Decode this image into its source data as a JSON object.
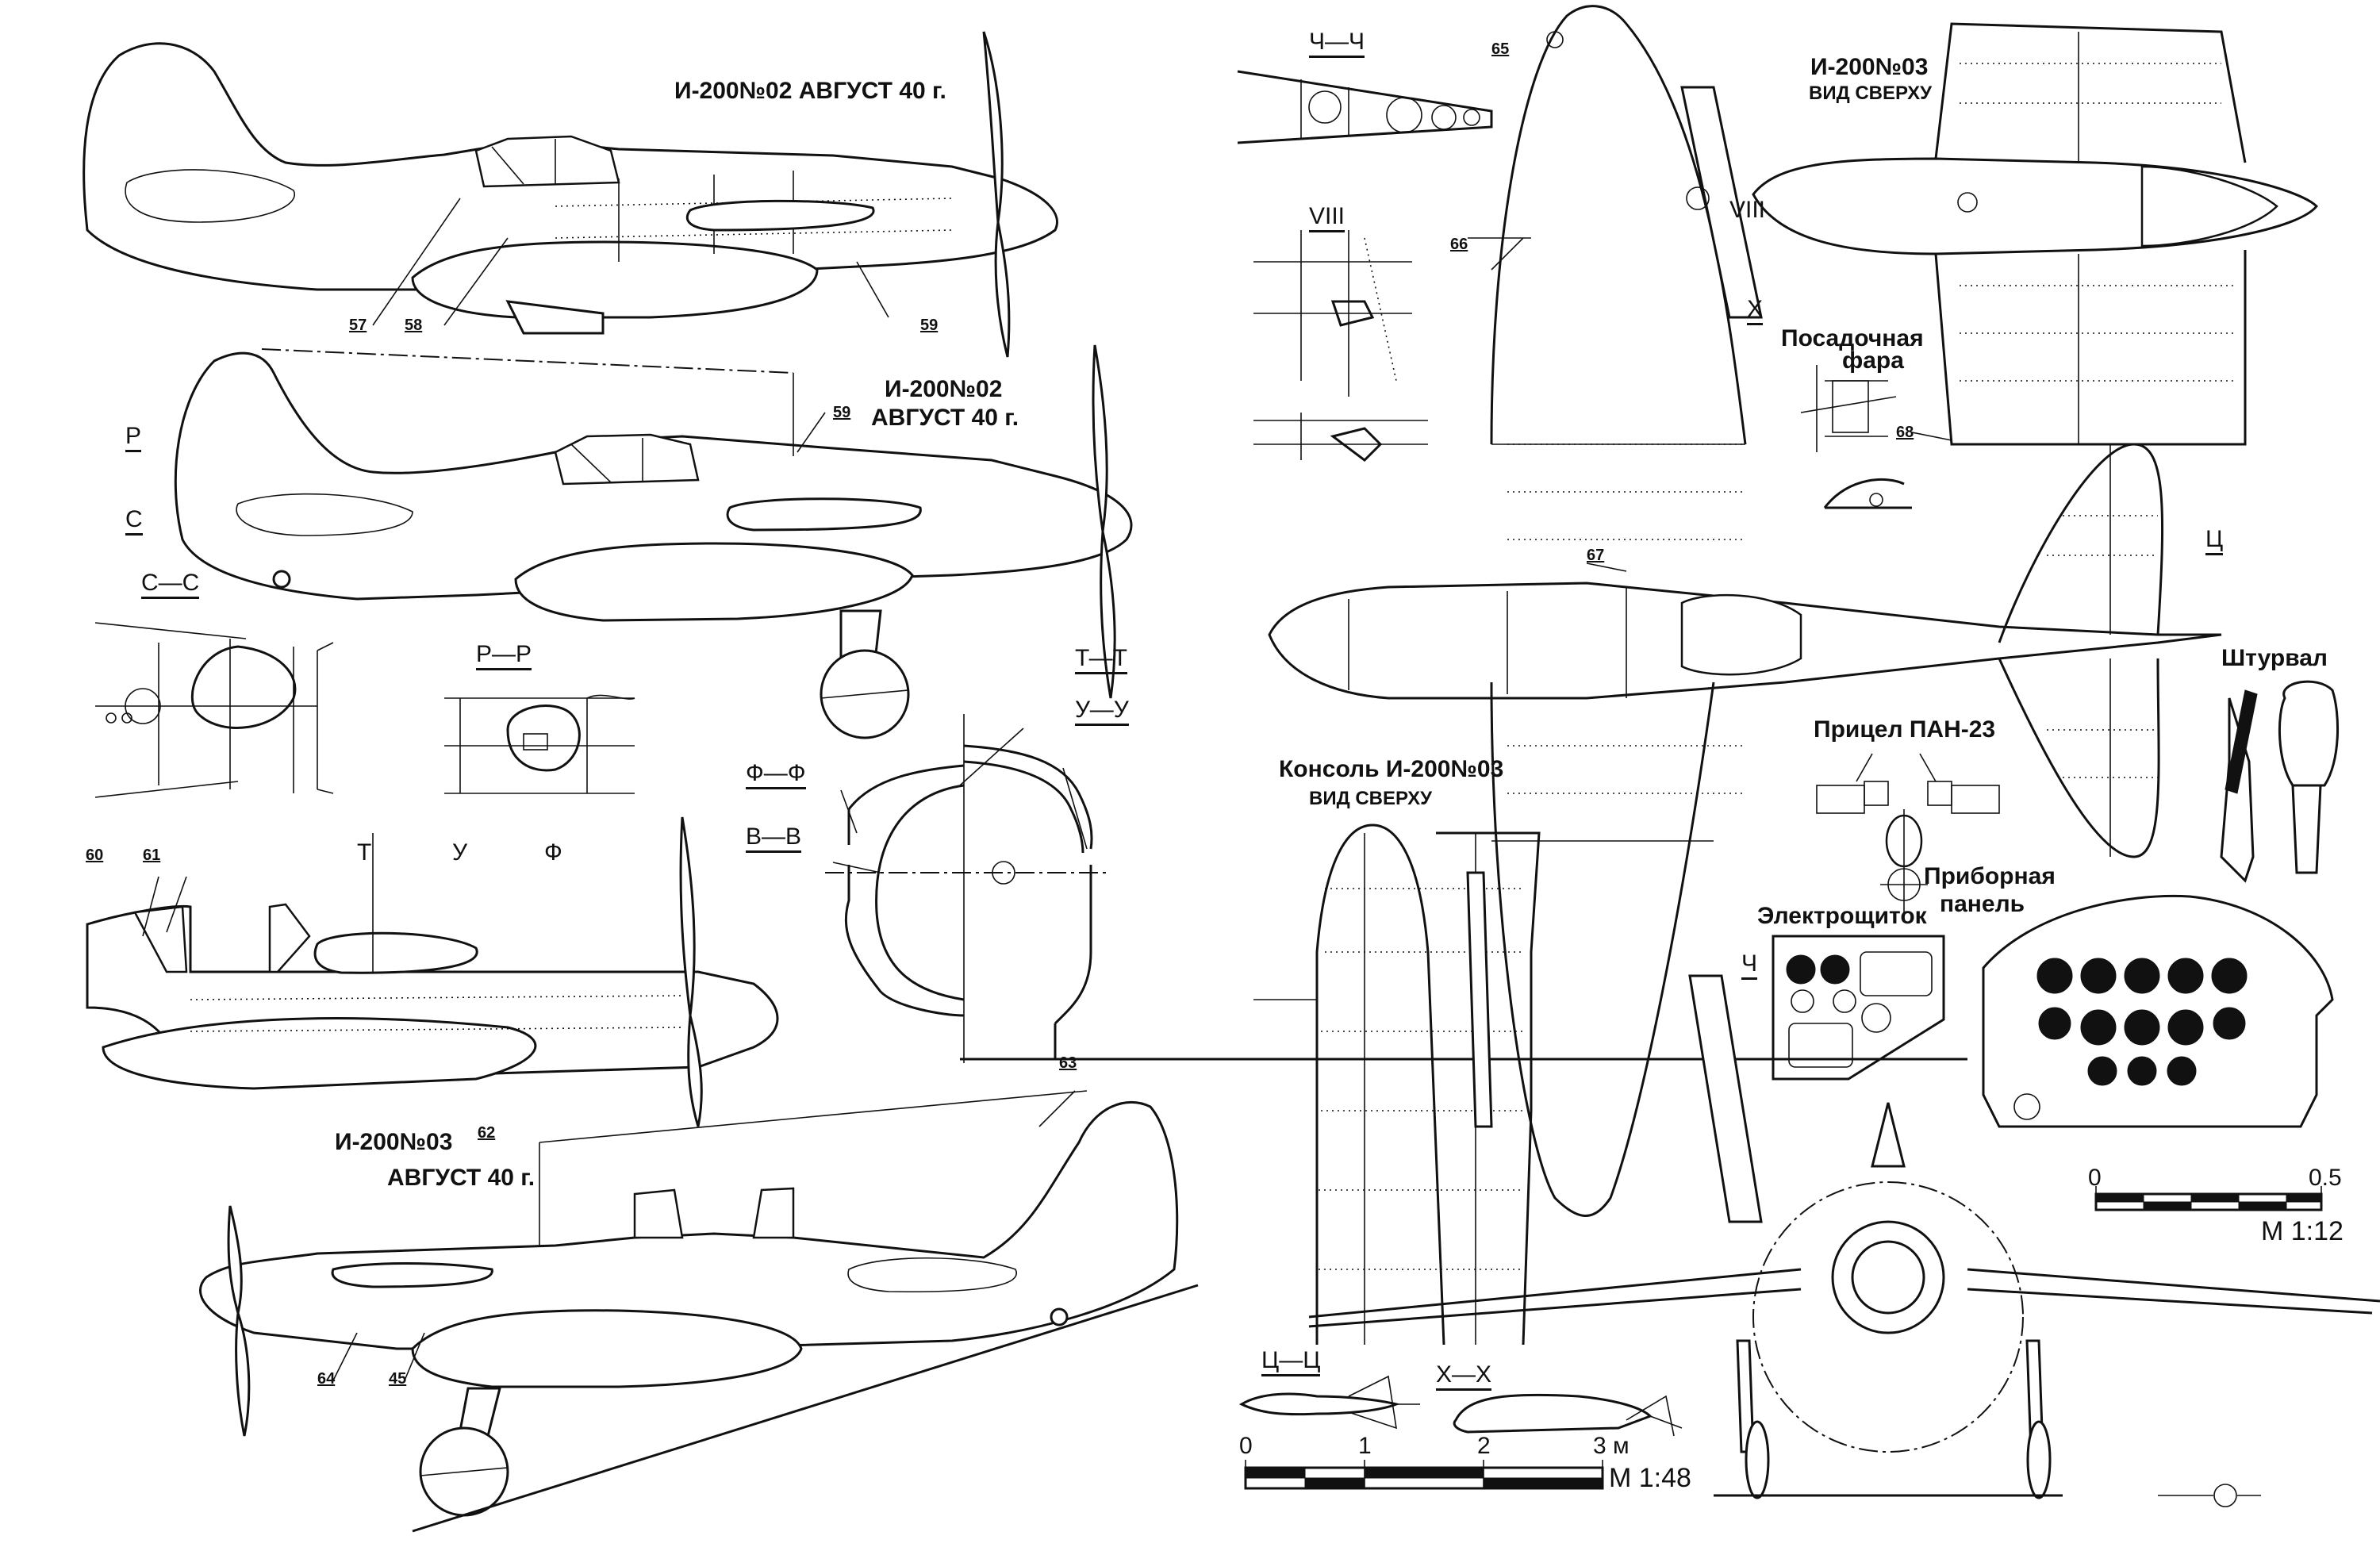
{
  "drawing": {
    "subject": "И-200",
    "views": {
      "side_view_1": {
        "title": "И-200№02 АВГУСТ 40 г.",
        "callouts": [
          "57",
          "58",
          "59"
        ]
      },
      "side_view_2": {
        "title_line1": "И-200№02",
        "title_line2": "АВГУСТ 40 г.",
        "callouts": [
          "59"
        ],
        "section_marks": [
          "Р",
          "С"
        ]
      },
      "cowl_view": {
        "callouts": [
          "60",
          "61"
        ],
        "section_marks": [
          "Т",
          "У",
          "Ф"
        ]
      },
      "side_view_3": {
        "title_line1": "И-200№03",
        "title_line2": "АВГУСТ 40 г.",
        "callouts": [
          "62",
          "63",
          "64",
          "45"
        ]
      },
      "top_view": {
        "title_line1": "И-200№03",
        "title_line2": "ВИД СВЕРХУ",
        "callouts": [
          "65",
          "66",
          "67",
          "68"
        ],
        "section_marks": [
          "VIII",
          "Х",
          "Ц",
          "Ч"
        ]
      },
      "wing_console": {
        "title_line1": "Консоль И-200№03",
        "title_line2": "ВИД СВЕРХУ"
      }
    },
    "sections": {
      "ch_ch": "Ч—Ч",
      "viii": "VIII",
      "s_s": "С—С",
      "r_r": "Р—Р",
      "t_t": "Т—Т",
      "u_u": "У—У",
      "f_f": "Ф—Ф",
      "v_v": "В—В",
      "ts_ts": "Ц—Ц",
      "kh_kh": "Х—Х"
    },
    "components": {
      "landing_light_line1": "Посадочная",
      "landing_light_line2": "фара",
      "control_stick": "Штурвал",
      "gunsight": "Прицел ПАН-23",
      "electrical_panel": "Электрощиток",
      "instrument_panel_line1": "Приборная",
      "instrument_panel_line2": "панель"
    },
    "scale_main": {
      "ticks": [
        "0",
        "1",
        "2",
        "3 м"
      ],
      "label": "М 1:48"
    },
    "scale_detail": {
      "ticks": [
        "0",
        "0.5"
      ],
      "label": "М 1:12"
    }
  }
}
